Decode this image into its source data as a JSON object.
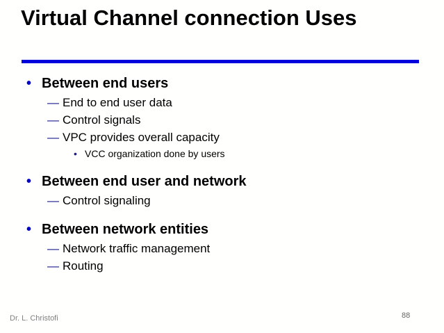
{
  "slide": {
    "title": "Virtual Channel connection Uses",
    "rule_color": "#0000dd",
    "bullet_color": "#0000cc",
    "dash_color": "#1a1a8c",
    "text_color": "#000000",
    "background": "#fffffd"
  },
  "outline": {
    "groups": [
      {
        "heading": "Between end users",
        "bullet_glyph": "•",
        "sub": [
          {
            "dash_glyph": "—",
            "text": "End to end user data"
          },
          {
            "dash_glyph": "—",
            "text": "Control signals"
          },
          {
            "dash_glyph": "—",
            "text": "VPC provides overall capacity"
          }
        ],
        "subsub": [
          {
            "bullet_glyph": "•",
            "text": "VCC organization done by users"
          }
        ]
      },
      {
        "heading": "Between end user and network",
        "bullet_glyph": "•",
        "sub": [
          {
            "dash_glyph": "—",
            "text": "Control signaling"
          }
        ],
        "subsub": []
      },
      {
        "heading": "Between network entities",
        "bullet_glyph": "•",
        "sub": [
          {
            "dash_glyph": "—",
            "text": "Network traffic management"
          },
          {
            "dash_glyph": "—",
            "text": "Routing"
          }
        ],
        "subsub": []
      }
    ]
  },
  "footer": {
    "author": "Dr. L. Christofi",
    "page_number": "88"
  }
}
